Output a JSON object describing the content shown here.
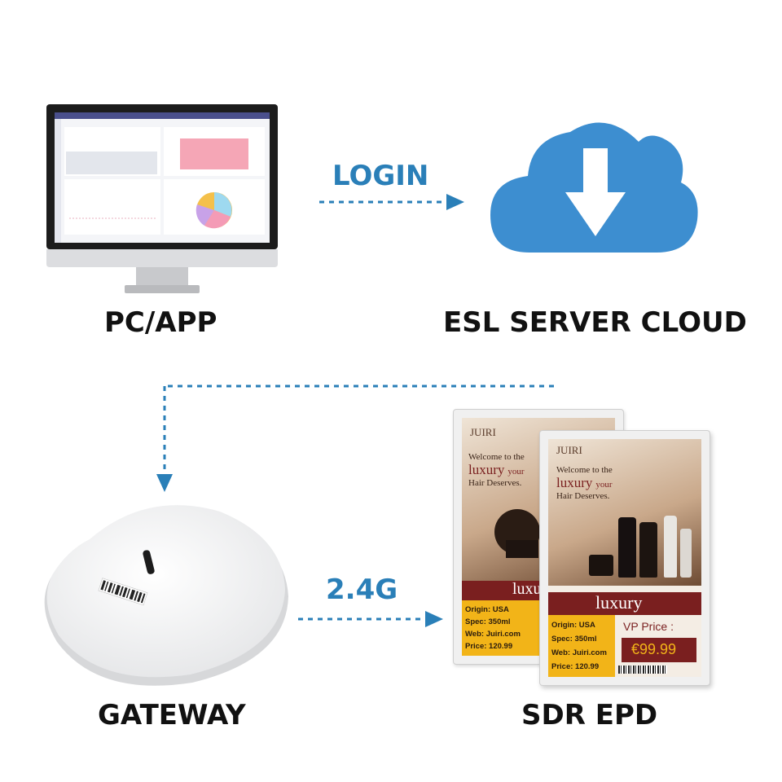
{
  "nodes": {
    "pc": {
      "label": "PC/APP"
    },
    "cloud": {
      "label": "ESL SERVER CLOUD"
    },
    "gateway": {
      "label": "GATEWAY"
    },
    "epd": {
      "label": "SDR EPD"
    }
  },
  "edges": {
    "login": {
      "label": "LOGIN"
    },
    "wireless": {
      "label": "2.4G"
    }
  },
  "epd_tag": {
    "brand": "JUIRI",
    "headline": [
      "Welcome to the",
      "luxury",
      "your",
      "Hair Deserves."
    ],
    "banner": "luxury",
    "details": [
      {
        "k": "Origin:",
        "v": "USA"
      },
      {
        "k": "Spec:",
        "v": "350ml"
      },
      {
        "k": "Web:",
        "v": "Juiri.com"
      },
      {
        "k": "Price:",
        "v": "120.99"
      }
    ],
    "vp_label": "VP Price :",
    "vp_price": "€99.99"
  },
  "colors": {
    "accent": "#2a7fb8",
    "cloud": "#3d8ed0",
    "banner": "#7a1f1f",
    "yellow": "#f2b418"
  }
}
